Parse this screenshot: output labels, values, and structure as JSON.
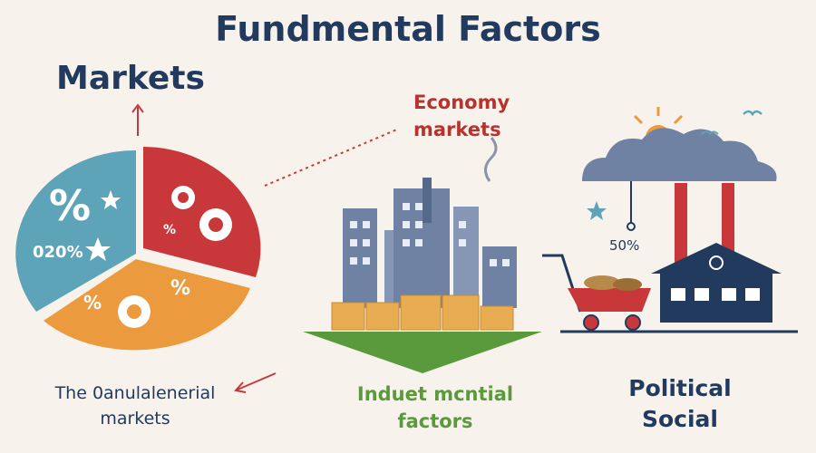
{
  "title": "Fundmental Factors",
  "markets_label": "Markets",
  "economy_label": [
    "Economy",
    "markets"
  ],
  "left_caption": [
    "The 0anulalenerial",
    "markets"
  ],
  "mid_caption": [
    "Induet mcntial",
    "factors"
  ],
  "right_caption": [
    "Political",
    "Social"
  ],
  "pie": {
    "percent_symbol": "%",
    "value_label": "020%",
    "small_percent": "%",
    "small_percent_2": "%",
    "tiny_symbol": "%"
  },
  "weight_label": "50%",
  "colors": {
    "navy": "#223a5e",
    "red": "#c8383a",
    "teal": "#5ea4b8",
    "orange": "#ec9a3e",
    "green": "#5b9a3c",
    "building": "#6f82a3",
    "gold": "#e8ad52"
  },
  "icons": [
    "gear-icon",
    "star-icon",
    "arrow-up-icon",
    "cloud-icon",
    "sun-icon",
    "bird-icon",
    "factory-icon",
    "cart-icon",
    "house-icon"
  ]
}
